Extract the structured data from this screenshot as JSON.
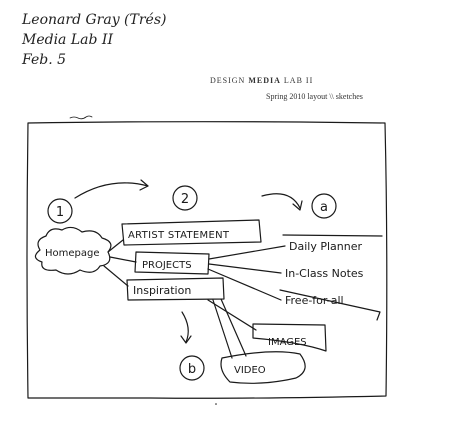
{
  "header": {
    "author": "Leonard Gray (Trés)",
    "course": "Media Lab II",
    "date": "Feb. 5"
  },
  "print_title": {
    "prefix": "DESIGN ",
    "bold": "MEDIA",
    "suffix": " LAB II",
    "subtitle": "Spring 2010 layout \\\\ sketches"
  },
  "diagram": {
    "step_markers": [
      "1",
      "2",
      "a",
      "b"
    ],
    "nodes": {
      "homepage": "Homepage",
      "artist_statement": "ARTIST STATEMENT",
      "projects": "PROJECTS",
      "inspiration": "Inspiration",
      "daily_planner": "Daily Planner",
      "in_class_notes": "In-Class Notes",
      "free_for_all": "Free-for-all",
      "images": "IMAGES",
      "video": "VIDEO"
    }
  },
  "colors": {
    "ink": "#1a1a1a",
    "paper": "#ffffff"
  }
}
